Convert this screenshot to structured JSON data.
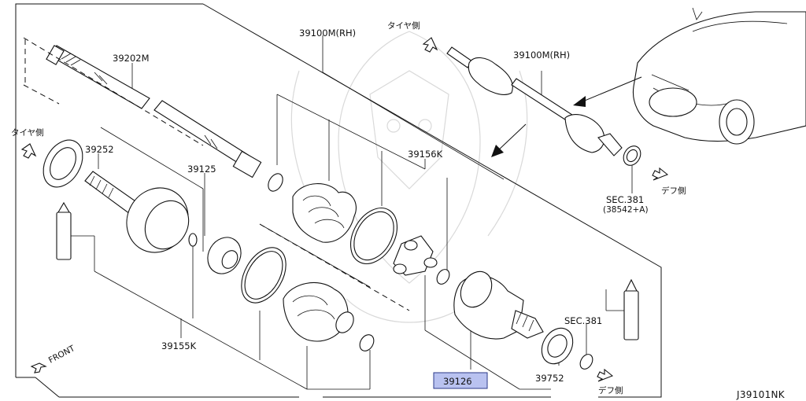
{
  "diagram": {
    "code": "J39101NK",
    "colors": {
      "highlight": "#b9c2f0",
      "line": "#111111"
    },
    "labels": {
      "shaft_rh_top": "39100M(RH)",
      "shaft_rh_car": "39100M(RH)",
      "shaft_39202m": "39202M",
      "seal_39252": "39252",
      "joint_39125": "39125",
      "band_39156k": "39156K",
      "kit_39155k": "39155K",
      "joint_39126": "39126",
      "seal_39752": "39752",
      "sec_381_a": "SEC.381",
      "sec_381_a_sub": "(38542+A)",
      "sec_381_b": "SEC.381",
      "tire_side_left": "タイヤ側",
      "tire_side_top": "タイヤ側",
      "diff_side_mid": "デフ側",
      "diff_side_bottom": "デフ側",
      "front": "FRONT"
    }
  }
}
